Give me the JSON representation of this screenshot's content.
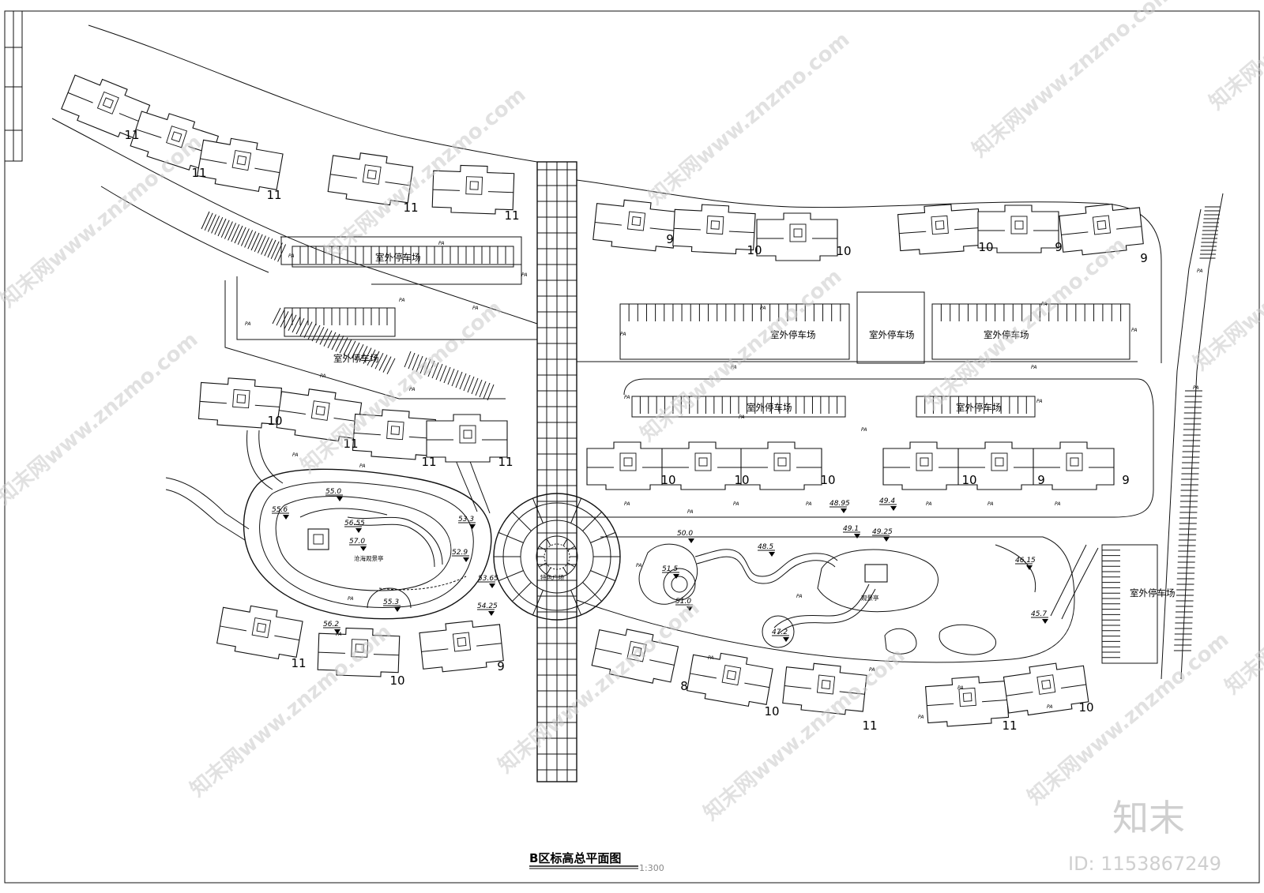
{
  "drawing": {
    "title": "B区标高总平面图",
    "scale": "1:300"
  },
  "parking": {
    "label": "室外停车场",
    "short_label": "PA"
  },
  "buildings": [
    {
      "floors": "11"
    },
    {
      "floors": "11"
    },
    {
      "floors": "11"
    },
    {
      "floors": "11"
    },
    {
      "floors": "11"
    },
    {
      "floors": "9"
    },
    {
      "floors": "10"
    },
    {
      "floors": "10"
    },
    {
      "floors": "10"
    },
    {
      "floors": "9"
    },
    {
      "floors": "9"
    },
    {
      "floors": "10"
    },
    {
      "floors": "11"
    },
    {
      "floors": "11"
    },
    {
      "floors": "11"
    },
    {
      "floors": "10"
    },
    {
      "floors": "10"
    },
    {
      "floors": "10"
    },
    {
      "floors": "10"
    },
    {
      "floors": "9"
    },
    {
      "floors": "9"
    },
    {
      "floors": "11"
    },
    {
      "floors": "10"
    },
    {
      "floors": "9"
    },
    {
      "floors": "8"
    },
    {
      "floors": "10"
    },
    {
      "floors": "11"
    },
    {
      "floors": "11"
    },
    {
      "floors": "10"
    }
  ],
  "elevations": [
    "55.0",
    "55.6",
    "56.55",
    "57.0",
    "53.3",
    "52.9",
    "53.65",
    "54.25",
    "55.3",
    "56.2",
    "50.0",
    "51.5",
    "51.0",
    "48.5",
    "48.95",
    "49.4",
    "49.1",
    "49.25",
    "46.15",
    "45.7",
    "47.2"
  ],
  "pavilions": {
    "west": "沧海观景亭",
    "center": "特色广场",
    "east": "观景亭"
  },
  "watermark": {
    "text": "知末网www.znzmo.com",
    "brand": "知末",
    "id": "ID: 1153867249"
  },
  "colors": {
    "line": "#111111",
    "background": "#ffffff",
    "watermark": "#c9c9c9"
  }
}
